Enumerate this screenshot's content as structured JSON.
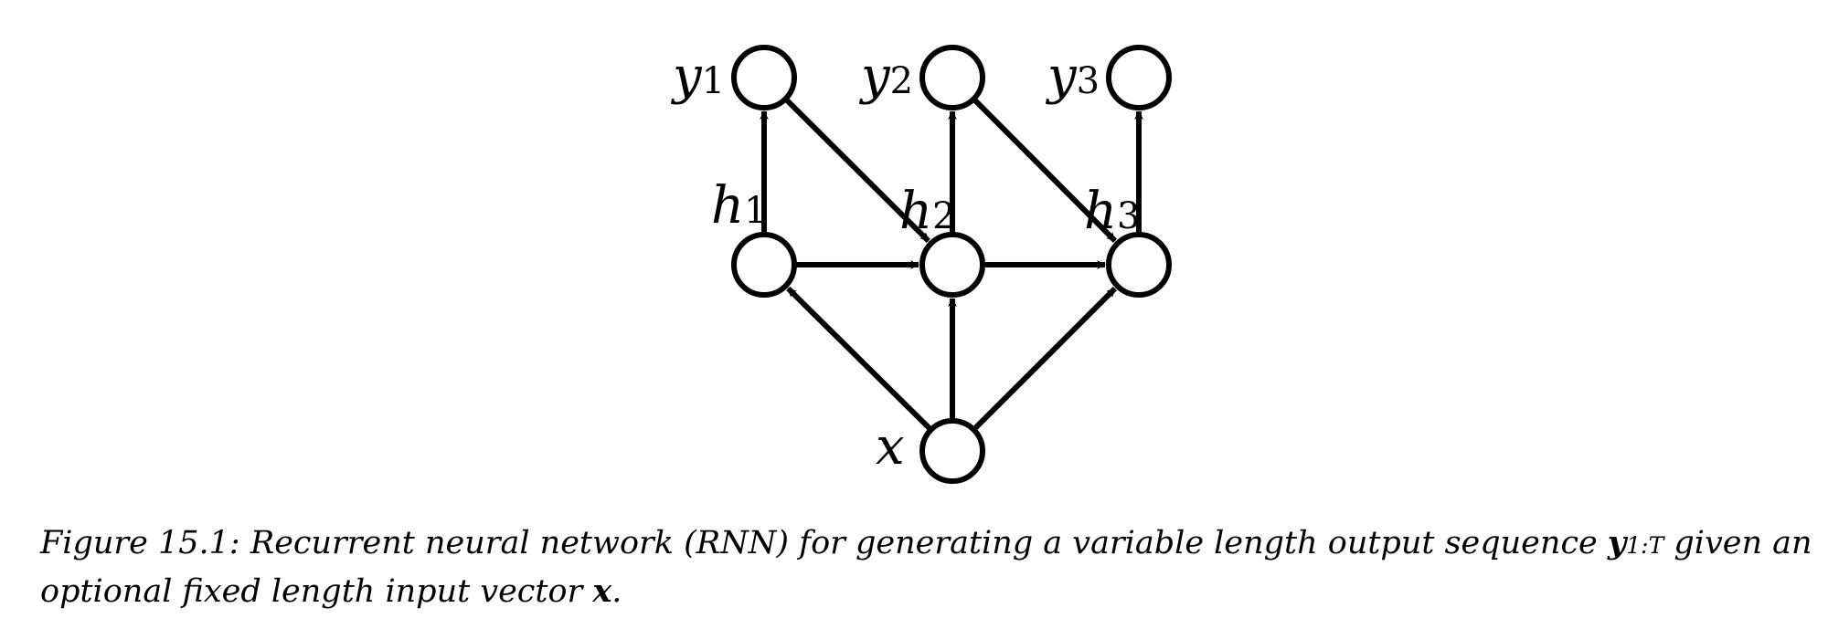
{
  "nodes": [
    {
      "id": "y1",
      "label": "y",
      "sub": "1"
    },
    {
      "id": "y2",
      "label": "y",
      "sub": "2"
    },
    {
      "id": "y3",
      "label": "y",
      "sub": "3"
    },
    {
      "id": "h1",
      "label": "h",
      "sub": "1"
    },
    {
      "id": "h2",
      "label": "h",
      "sub": "2"
    },
    {
      "id": "h3",
      "label": "h",
      "sub": "3"
    },
    {
      "id": "x",
      "label": "x",
      "sub": ""
    }
  ],
  "edges": [
    [
      "h1",
      "y1"
    ],
    [
      "h2",
      "y2"
    ],
    [
      "h3",
      "y3"
    ],
    [
      "y1",
      "h2"
    ],
    [
      "y2",
      "h3"
    ],
    [
      "h1",
      "h2"
    ],
    [
      "h2",
      "h3"
    ],
    [
      "x",
      "h1"
    ],
    [
      "x",
      "h2"
    ],
    [
      "x",
      "h3"
    ]
  ],
  "caption": {
    "line1_text": "Figure 15.1: Recurrent neural network (RNN) for generating a variable length output sequence ",
    "y_symbol": "y",
    "y_sub": "1:T",
    "line1_end": " given an",
    "line2_text": "optional fixed length input vector ",
    "x_symbol": "x",
    "line2_end": "."
  }
}
